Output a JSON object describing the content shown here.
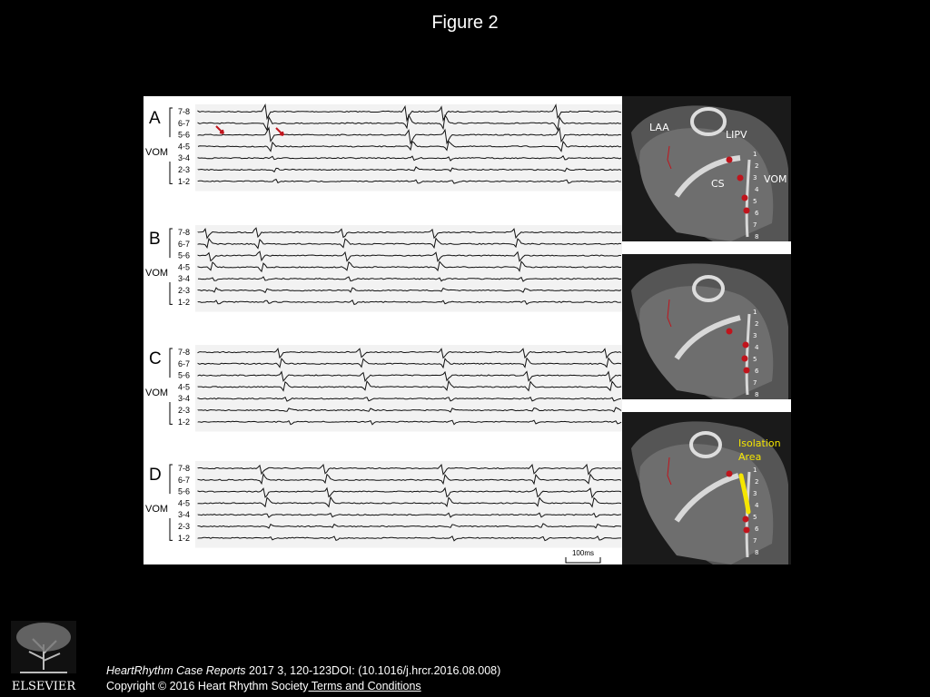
{
  "header": {
    "title": "Figure 2"
  },
  "figure": {
    "panels": [
      {
        "letter": "A",
        "channels": [
          "7-8",
          "6-7",
          "5-6",
          "4-5",
          "3-4",
          "2-3",
          "1-2"
        ],
        "group_label": "VOM"
      },
      {
        "letter": "B",
        "channels": [
          "7-8",
          "6-7",
          "5-6",
          "4-5",
          "3-4",
          "2-3",
          "1-2"
        ],
        "group_label": "VOM"
      },
      {
        "letter": "C",
        "channels": [
          "7-8",
          "6-7",
          "5-6",
          "4-5",
          "3-4",
          "2-3",
          "1-2"
        ],
        "group_label": "VOM"
      },
      {
        "letter": "D",
        "channels": [
          "7-8",
          "6-7",
          "5-6",
          "4-5",
          "3-4",
          "2-3",
          "1-2"
        ],
        "group_label": "VOM"
      }
    ],
    "scale_bar": "100ms",
    "anatomy_labels": {
      "laa": "LAA",
      "lipv": "LIPV",
      "cs": "CS",
      "vom": "VOM",
      "isolation_line1": "Isolation",
      "isolation_line2": "Area",
      "electrode_numbers": [
        "1",
        "2",
        "3",
        "4",
        "5",
        "6",
        "7",
        "8"
      ]
    },
    "colors": {
      "isolation": "#f5e600",
      "marker": "#c0141c"
    }
  },
  "footer": {
    "journal": "HeartRhythm Case Reports",
    "citation": " 2017 3, 120-123DOI: (10.1016/j.hrcr.2016.08.008)",
    "copyright": "Copyright © 2016 Heart Rhythm Society",
    "terms_link": " Terms and Conditions",
    "logo_text": "ELSEVIER"
  }
}
